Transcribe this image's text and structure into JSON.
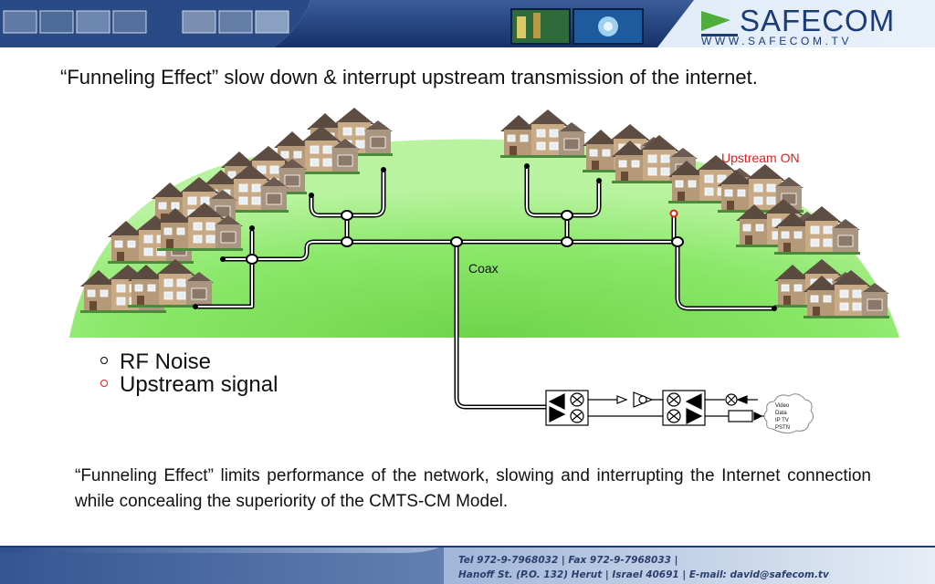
{
  "brand": {
    "name": "SAFECOM",
    "url": "WWW.SAFECOM.TV",
    "color": "#1c3c78"
  },
  "title": "“Funneling Effect” slow down & interrupt upstream transmission of the internet.",
  "diagram": {
    "labels": {
      "upstream_on": "Upstream ON",
      "coax": "Coax"
    },
    "cloud_items": [
      "Video",
      "Data",
      "IP TV",
      "PSTN"
    ]
  },
  "legend": [
    {
      "label": "RF Noise",
      "dot_color": "#000000"
    },
    {
      "label": "Upstream signal",
      "dot_color": "#e02020"
    }
  ],
  "body_text": "“Funneling Effect” limits performance of the network, slowing and interrupting the Internet connection while concealing the superiority of the CMTS-CM Model.",
  "footer": {
    "line1": "Tel 972-9-7968032 | Fax 972-9-7968033 |",
    "line2": "Hanoff St. (P.O. 132) Herut  | Israel 40691 | E-mail: david@safecom.tv"
  },
  "colors": {
    "header_navy": "#1c3c78",
    "grass_green": "#7ee05a",
    "upstream_red": "#e02020"
  }
}
